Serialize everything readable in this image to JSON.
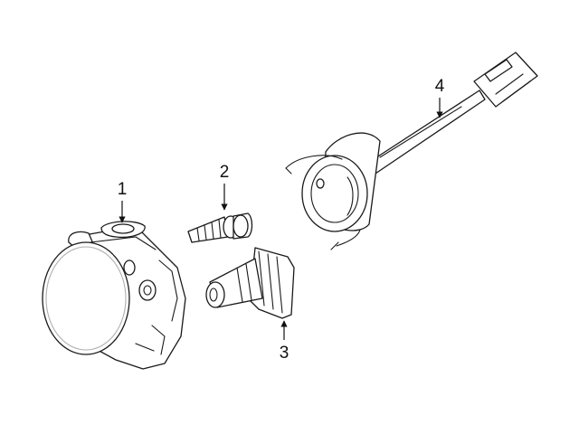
{
  "diagram": {
    "callouts": [
      {
        "id": "1",
        "label": "1"
      },
      {
        "id": "2",
        "label": "2"
      },
      {
        "id": "3",
        "label": "3"
      },
      {
        "id": "4",
        "label": "4"
      }
    ],
    "colors": {
      "background": "#ffffff",
      "line": "#1a1a1a"
    },
    "icons": {
      "fog-lamp": "fog-lamp-icon",
      "bolt": "bolt-icon",
      "bulb": "bulb-socket-icon",
      "harness": "wiring-harness-icon"
    }
  }
}
